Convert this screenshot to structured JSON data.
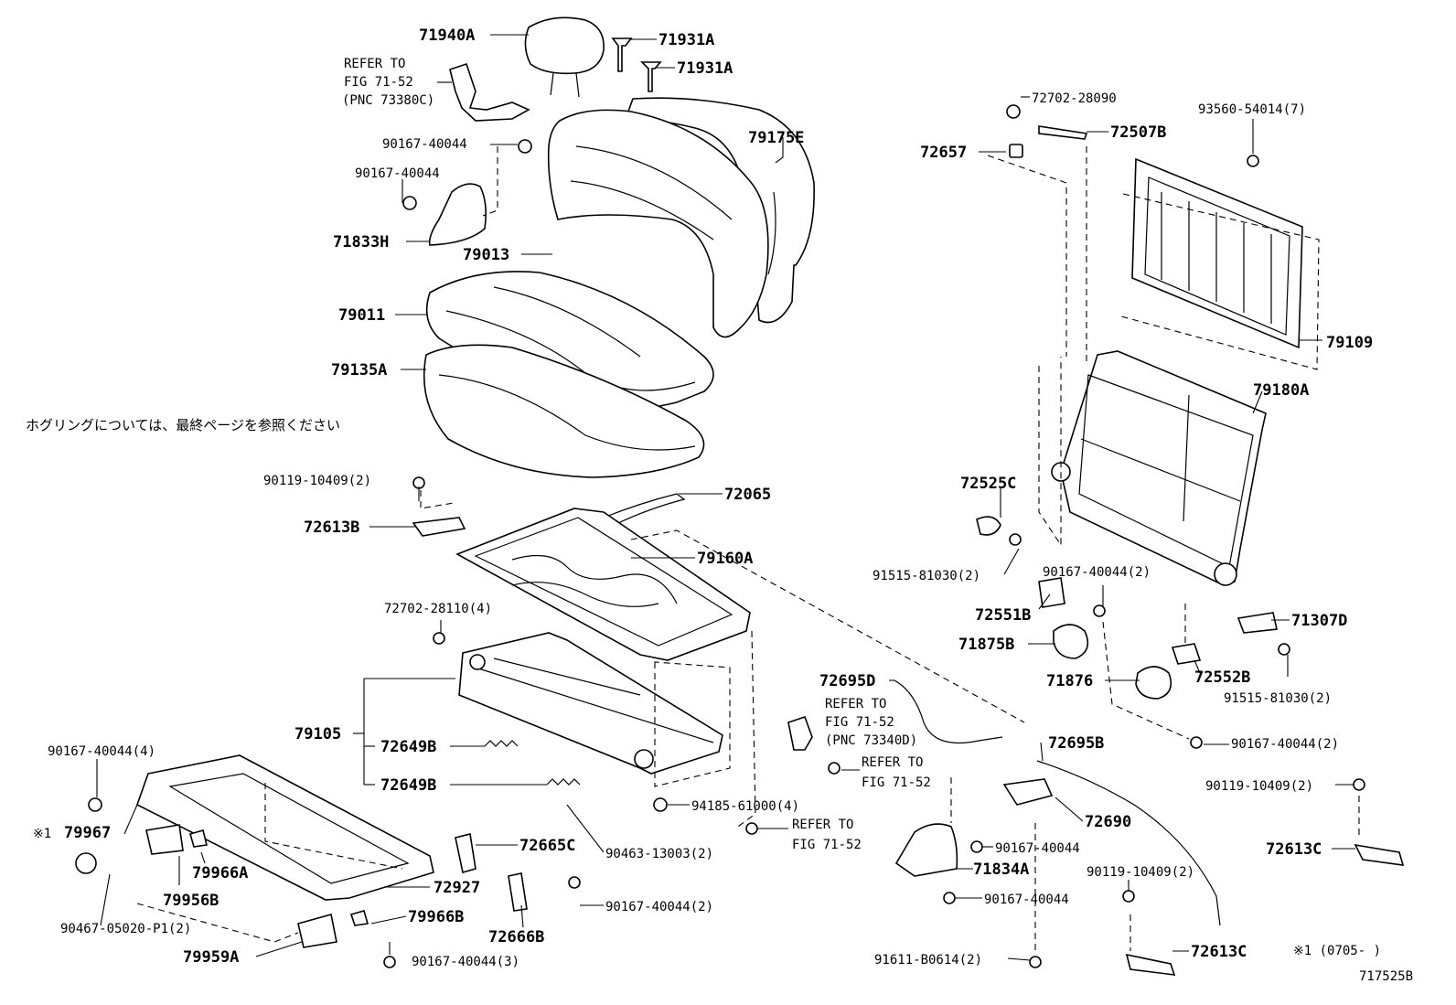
{
  "labels": {
    "p71940A": "71940A",
    "p71931A_1": "71931A",
    "p71931A_2": "71931A",
    "refer1": "REFER TO",
    "refer1b": "FIG 71-52",
    "refer1c": "(PNC 73380C)",
    "p90167_a": "90167-40044",
    "p90167_b": "90167-40044",
    "p71833H": "71833H",
    "p79175E": "79175E",
    "p79013": "79013",
    "p79011": "79011",
    "p79135A": "79135A",
    "note_jp": "ホグリングについては、最終ページを参照ください",
    "p90119_a": "90119-10409(2)",
    "p72613B": "72613B",
    "p72065": "72065",
    "p79160A": "79160A",
    "p72702_28110": "72702-28110(4)",
    "p79105": "79105",
    "p72649B_1": "72649B",
    "p72649B_2": "72649B",
    "p90167_4": "90167-40044(4)",
    "mark1": "※1",
    "p79967": "79967",
    "p79966A": "79966A",
    "p79956B": "79956B",
    "p90467": "90467-05020-P1(2)",
    "p72927": "72927",
    "p79966B": "79966B",
    "p79959A": "79959A",
    "p90167_3": "90167-40044(3)",
    "p72665C": "72665C",
    "p72666B": "72666B",
    "p90167_2a": "90167-40044(2)",
    "p90463": "90463-13003(2)",
    "p94185": "94185-61000(4)",
    "refer2": "REFER TO",
    "refer2b": "FIG 71-52",
    "refer2c": "(PNC 73340D)",
    "refer3": "REFER TO",
    "refer3b": "FIG 71-52",
    "refer4": "REFER TO",
    "refer4b": "FIG 71-52",
    "p72695D": "72695D",
    "p72695B": "72695B",
    "p72690": "72690",
    "p90167_c": "90167-40044",
    "p71834A": "71834A",
    "p90167_d": "90167-40044",
    "p90119_b": "90119-10409(2)",
    "p91611": "91611-B0614(2)",
    "p72613C_1": "72613C",
    "p72613C_2": "72613C",
    "p90119_c": "90119-10409(2)",
    "p72702_28090": "72702-28090",
    "p72507B": "72507B",
    "p72657": "72657",
    "p93560": "93560-54014(7)",
    "p79109": "79109",
    "p79180A": "79180A",
    "p72525C": "72525C",
    "p91515_a": "91515-81030(2)",
    "p90167_2b": "90167-40044(2)",
    "p72551B": "72551B",
    "p71875B": "71875B",
    "p71876": "71876",
    "p72552B": "72552B",
    "p71307D": "71307D",
    "p91515_b": "91515-81030(2)",
    "p90167_2c": "90167-40044(2)",
    "footnote": "※1 (0705-     )",
    "fig_no": "717525B"
  }
}
